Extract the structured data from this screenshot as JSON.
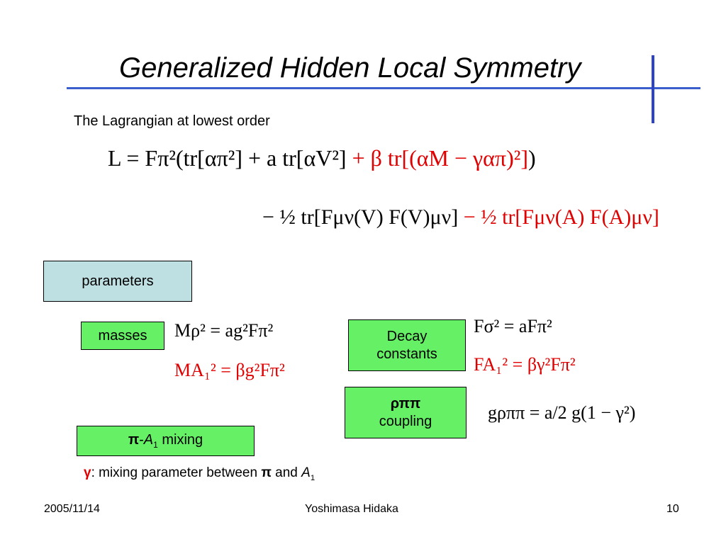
{
  "slide": {
    "title": "Generalized Hidden Local Symmetry",
    "subtitle": "The Lagrangian at lowest order",
    "accent_color": "#3a5fcd"
  },
  "lagrangian": {
    "line1_black": "L = Fπ²(tr[απ²] + a tr[αV²]",
    "line1_red": "+ β tr[(αM − γαπ)²]",
    "line1_close": ")",
    "line2_black": "− ½ tr[Fμν(V) F(V)μν]",
    "line2_red": "− ½ tr[Fμν(A) F(A)μν]"
  },
  "boxes": {
    "parameters": "parameters",
    "masses": "masses",
    "decay_line1": "Decay",
    "decay_line2": "constants",
    "rho_line1": "ρππ",
    "rho_line2": "coupling",
    "mixing_prefix": "π",
    "mixing_dash": "-",
    "mixing_a": "A",
    "mixing_sub": "1",
    "mixing_suffix": " mixing"
  },
  "equations": {
    "m_rho": "Mρ² = ag²Fπ²",
    "m_a1": "MA₁² = βg²Fπ²",
    "f_sigma": "Fσ² = aFπ²",
    "f_a1": "FA₁² = βγ²Fπ²",
    "g_rho": "gρππ = a/2 g(1 − γ²)"
  },
  "note": {
    "gamma": "γ",
    "text": ": mixing parameter between  ",
    "pi": "π",
    "and": " and ",
    "a": "A",
    "sub": "1"
  },
  "footer": {
    "date": "2005/11/14",
    "author": "Yoshimasa Hidaka",
    "page": "10"
  },
  "colors": {
    "red": "#e00000",
    "green_box": "#66f066",
    "params_box": "#bfe0e3"
  }
}
